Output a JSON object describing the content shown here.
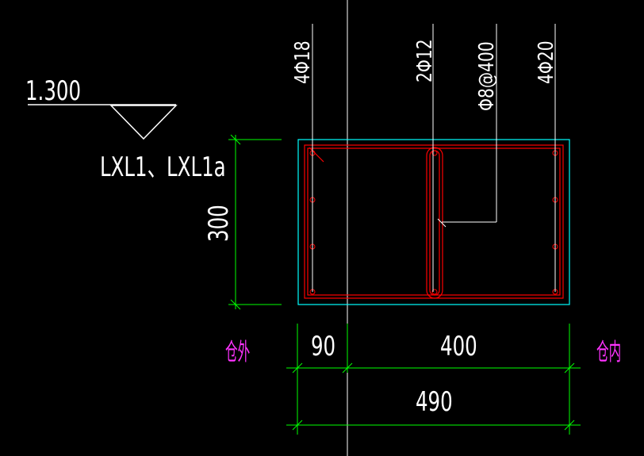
{
  "elevation": {
    "value": "1.300",
    "beam_labels": "LXL1、LXL1a"
  },
  "dimensions": {
    "height": "300",
    "left_seg": "90",
    "right_seg": "400",
    "total": "490"
  },
  "rebar": {
    "left_top": "4Φ18",
    "middle": "2Φ12",
    "stirrup": "Φ8@400",
    "right_top": "4Φ20"
  },
  "sides": {
    "outside": "仓外",
    "inside": "仓内"
  },
  "colors": {
    "background": "#000000",
    "outline": "#00ffff",
    "rebar": "#ff0000",
    "dimension": "#00ff00",
    "line": "#ffffff",
    "side_text": "#ff33ff"
  }
}
